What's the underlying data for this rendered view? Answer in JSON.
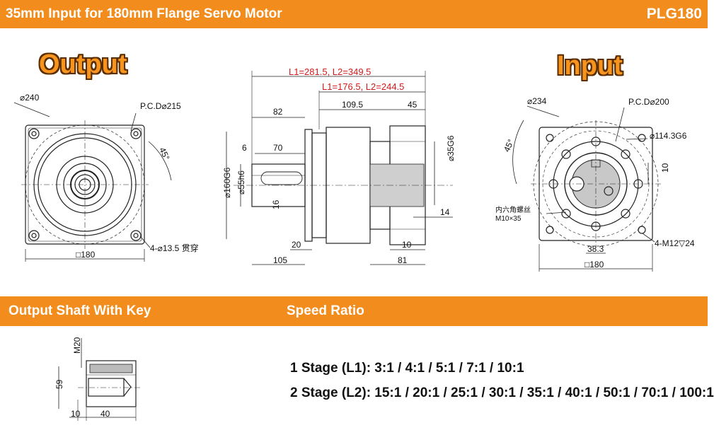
{
  "header": {
    "title": "35mm Input for 180mm Flange Servo Motor",
    "model": "PLG180"
  },
  "labels": {
    "output": "Output",
    "input": "Input"
  },
  "section": {
    "shaft": "Output Shaft With Key",
    "speed": "Speed Ratio"
  },
  "ratios": {
    "stage1": "1 Stage (L1): 3:1 / 4:1 / 5:1 / 7:1 / 10:1",
    "stage2": "2 Stage (L2): 15:1 / 20:1 / 25:1 / 30:1 / 35:1 / 40:1 / 50:1 / 70:1 / 100:1"
  },
  "dims": {
    "d240": "⌀240",
    "pcd215": "P.C.D⌀215",
    "a45": "45°",
    "holes": "4-⌀13.5 贯穿",
    "sq180": "□180",
    "L_total": "L1=281.5, L2=349.5",
    "L_body": "L1=176.5, L2=244.5",
    "d82": "82",
    "d109": "109.5",
    "d45": "45",
    "d6": "6",
    "d70": "70",
    "d160": "⌀160G6",
    "d55": "⌀55h6",
    "d16": "16",
    "d35": "⌀35G6",
    "d14": "14",
    "d20": "20",
    "d10": "10",
    "d105": "105",
    "d81": "81",
    "d234": "⌀234",
    "pcd200": "P.C.D⌀200",
    "a45b": "45°",
    "d114": "⌀114.3G6",
    "d10b": "10",
    "hex": "内六角螺丝",
    "hexsize": "M10×35",
    "d383": "38.3",
    "m12": "4-M12▽24",
    "sq180b": "□180",
    "m20": "M20",
    "d59": "59",
    "s10": "10",
    "s40": "40"
  }
}
